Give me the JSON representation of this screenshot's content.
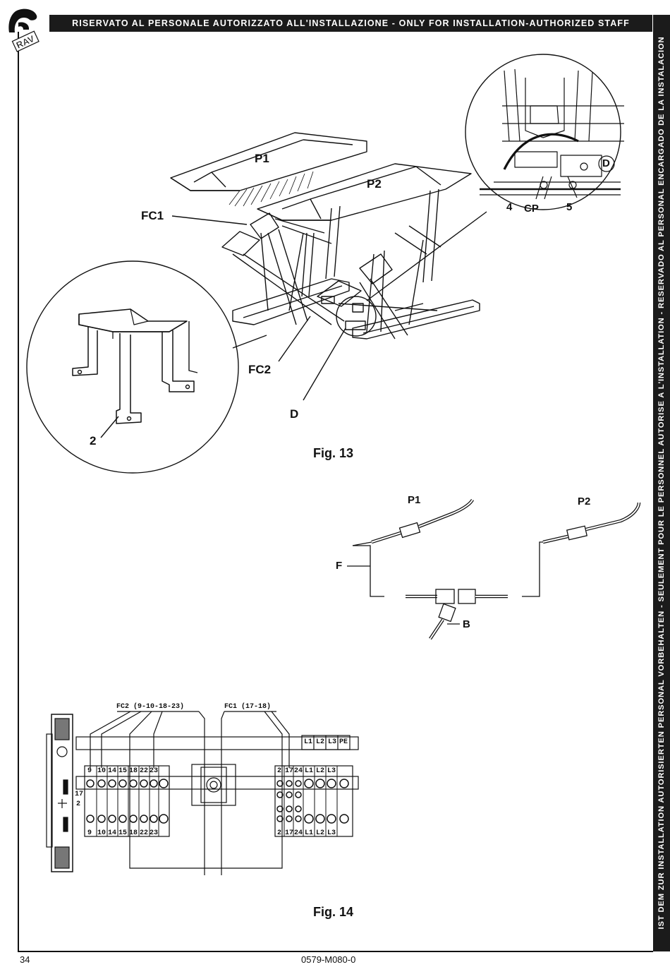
{
  "header": {
    "banner": "RISERVATO AL PERSONALE AUTORIZZATO ALL'INSTALLAZIONE - ONLY FOR INSTALLATION-AUTHORIZED STAFF"
  },
  "sidebar": {
    "text": "IST DEM ZUR INSTALLATION AUTORISIERTEN PERSONAL VORBEHALTEN - SEULEMENT POUR LE PERSONNEL AUTORISE A L'INSTALLATION - RESERVADO AL PERSONAL ENCARGADO DE LA INSTALACION"
  },
  "fig13": {
    "caption": "Fig. 13",
    "labels": {
      "p1": "P1",
      "p2": "P2",
      "fc1": "FC1",
      "fc2": "FC2",
      "d": "D",
      "part2": "2",
      "detail_d": "D",
      "detail_4": "4",
      "detail_cp": "CP",
      "detail_5": "5"
    }
  },
  "hose_diagram": {
    "labels": {
      "p1": "P1",
      "p2": "P2",
      "f": "F",
      "b": "B"
    }
  },
  "fig14": {
    "caption": "Fig. 14",
    "fc2_label": "FC2 (9-10-18-23)",
    "fc1_label": "FC1 (17-18)",
    "left_terminals": [
      "9",
      "10",
      "14",
      "15",
      "18",
      "22",
      "23"
    ],
    "right_terminals": [
      "2",
      "17",
      "24",
      "L1",
      "L2",
      "L3"
    ],
    "supply_labels": [
      "L1",
      "L2",
      "L3",
      "PE"
    ],
    "side_marks": [
      "17",
      "2"
    ]
  },
  "footer": {
    "page_number": "34",
    "doc_code": "0579-M080-0"
  }
}
